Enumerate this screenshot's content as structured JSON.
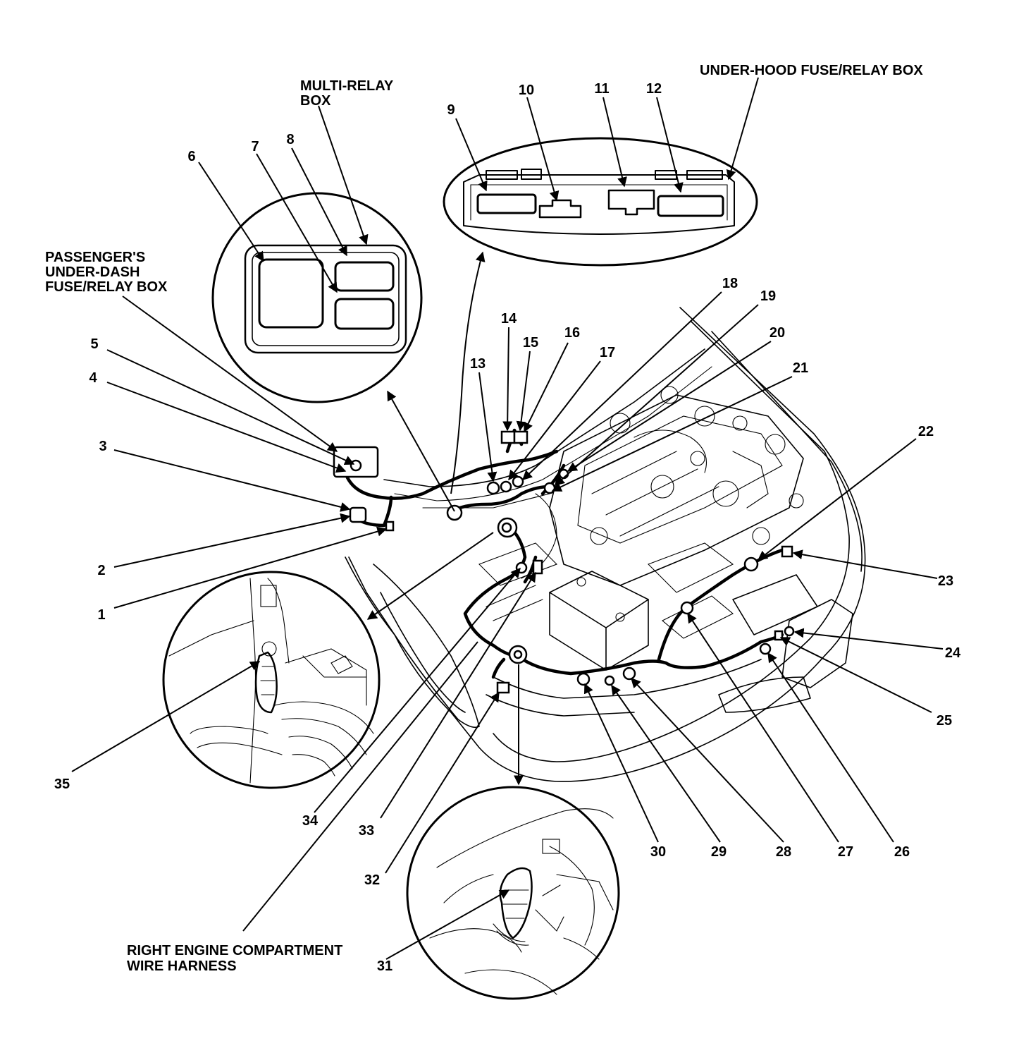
{
  "callouts": {
    "under_hood_box": "UNDER-HOOD FUSE/RELAY BOX",
    "multi_relay_box": [
      "MULTI-RELAY",
      "BOX"
    ],
    "passenger_under_dash": [
      "PASSENGER'S",
      "UNDER-DASH",
      "FUSE/RELAY BOX"
    ],
    "right_engine_harness": [
      "RIGHT ENGINE COMPARTMENT",
      "WIRE HARNESS"
    ]
  },
  "numbers": {
    "n1": "1",
    "n2": "2",
    "n3": "3",
    "n4": "4",
    "n5": "5",
    "n6": "6",
    "n7": "7",
    "n8": "8",
    "n9": "9",
    "n10": "10",
    "n11": "11",
    "n12": "12",
    "n13": "13",
    "n14": "14",
    "n15": "15",
    "n16": "16",
    "n17": "17",
    "n18": "18",
    "n19": "19",
    "n20": "20",
    "n21": "21",
    "n22": "22",
    "n23": "23",
    "n24": "24",
    "n25": "25",
    "n26": "26",
    "n27": "27",
    "n28": "28",
    "n29": "29",
    "n30": "30",
    "n31": "31",
    "n32": "32",
    "n33": "33",
    "n34": "34",
    "n35": "35"
  }
}
